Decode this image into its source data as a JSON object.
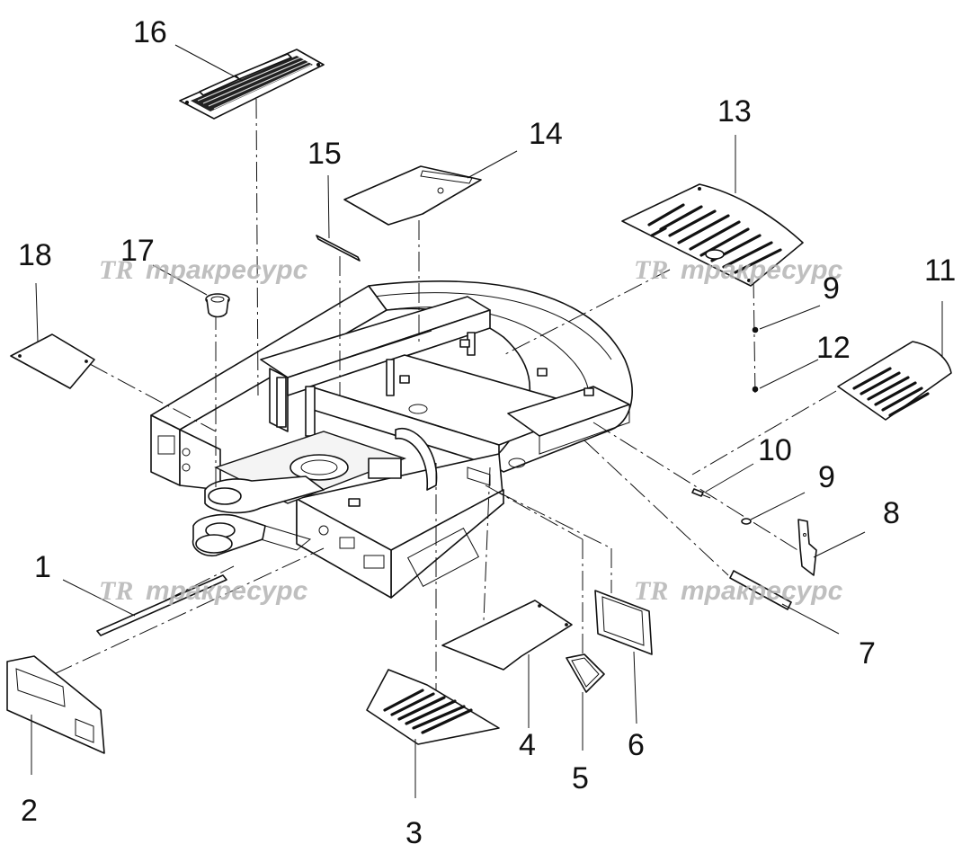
{
  "watermark": {
    "logo": "TR",
    "text": "тракресурс"
  },
  "callouts": {
    "c1": "1",
    "c2": "2",
    "c3": "3",
    "c4": "4",
    "c5": "5",
    "c6": "6",
    "c7": "7",
    "c8": "8",
    "c9a": "9",
    "c9b": "9",
    "c10": "10",
    "c11": "11",
    "c12": "12",
    "c13": "13",
    "c14": "14",
    "c15": "15",
    "c16": "16",
    "c17": "17",
    "c18": "18"
  }
}
